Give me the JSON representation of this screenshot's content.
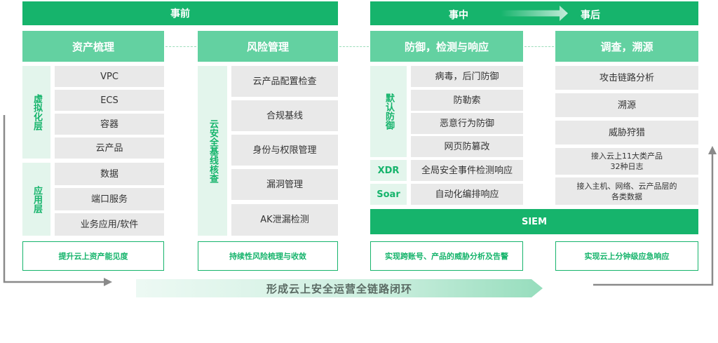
{
  "phases": {
    "before": "事前",
    "during": "事中",
    "after": "事后"
  },
  "col1": {
    "header": "资产梳理",
    "layer_virtual": "虚拟化层",
    "layer_app": "应用层",
    "virtual_items": [
      "VPC",
      "ECS",
      "容器",
      "云产品"
    ],
    "app_items": [
      "数据",
      "端口服务",
      "业务应用/软件"
    ],
    "footer": "提升云上资产能见度"
  },
  "col2": {
    "header": "风险管理",
    "side": "云安全基线核查",
    "items": [
      "云产品配置检查",
      "合规基线",
      "身份与权限管理",
      "漏洞管理",
      "AK泄漏检测"
    ],
    "footer": "持续性风险梳理与收敛"
  },
  "col3": {
    "header": "防御，检测与响应",
    "side_default": "默认防御",
    "default_items": [
      "病毒，后门防御",
      "防勒索",
      "恶意行为防御",
      "网页防篡改"
    ],
    "xdr_label": "XDR",
    "xdr_item": "全局安全事件检测响应",
    "soar_label": "Soar",
    "soar_item": "自动化编排响应",
    "footer": "实现跨账号、产品的威胁分析及告警"
  },
  "col4": {
    "header": "调查，溯源",
    "items": [
      "攻击链路分析",
      "溯源",
      "威胁狩猎"
    ],
    "item_products": "接入云上11大类产品\n32种日志",
    "item_hosts": "接入主机、网络、云产品层的\n各类数据",
    "footer": "实现云上分钟级应急响应"
  },
  "siem": "SIEM",
  "bottom_banner": "形成云上安全运营全链路闭环",
  "colors": {
    "primary": "#16b46c",
    "header": "#63d1a1",
    "cell": "#e9e9e9",
    "side": "#e3f5ec"
  }
}
